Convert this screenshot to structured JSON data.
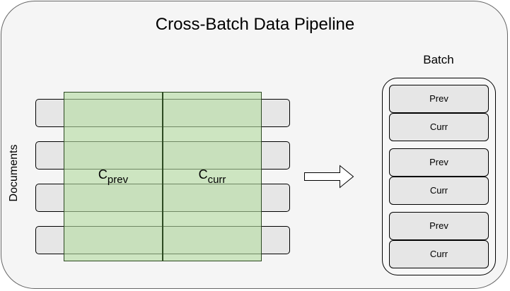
{
  "title": "Cross-Batch Data Pipeline",
  "documents_label": "Documents",
  "chunks": [
    {
      "base": "C",
      "subscript": "prev"
    },
    {
      "base": "C",
      "subscript": "curr"
    }
  ],
  "batch": {
    "label": "Batch",
    "items": [
      "Prev",
      "Curr",
      "Prev",
      "Curr",
      "Prev",
      "Curr"
    ]
  },
  "colors": {
    "chunk_fill": "#b5dba1",
    "box_fill": "#e6e6e6",
    "background": "#f5f5f5"
  }
}
